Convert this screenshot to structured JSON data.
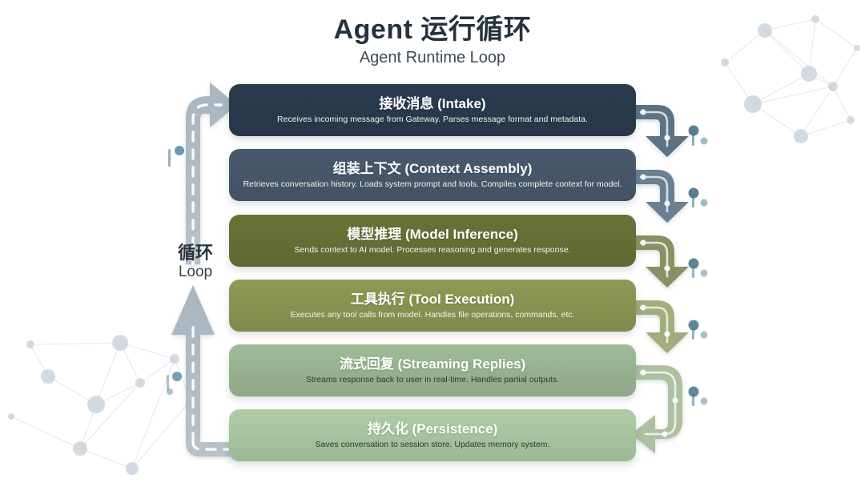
{
  "header": {
    "title_cn": "Agent 运行循环",
    "title_en": "Agent Runtime Loop"
  },
  "loop": {
    "label_cn": "循环",
    "label_en": "Loop"
  },
  "colors": {
    "step1": "#2b3c50",
    "step2": "#4a5a6e",
    "step3": "#6b7238",
    "step4": "#8d9a55",
    "step5": "#9fbb96",
    "step6": "#aecda6",
    "return_path": "#9eabb6",
    "accent_dot": "#3f7d96",
    "background": "#ffffff"
  },
  "steps": [
    {
      "title": "接收消息 (Intake)",
      "desc": "Receives incoming message from Gateway. Parses message format and metadata.",
      "color": "#2b3c50",
      "text_theme": "light"
    },
    {
      "title": "组装上下文 (Context Assembly)",
      "desc": "Retrieves conversation history. Loads system prompt and tools. Compiles complete context for model.",
      "color": "#4a5a6e",
      "text_theme": "light"
    },
    {
      "title": "模型推理 (Model Inference)",
      "desc": "Sends context to AI model. Processes reasoning and generates response.",
      "color": "#6b7238",
      "text_theme": "light"
    },
    {
      "title": "工具执行 (Tool Execution)",
      "desc": "Executes any tool calls from model. Handles file operations, commands, etc.",
      "color": "#8d9a55",
      "text_theme": "light"
    },
    {
      "title": "流式回复 (Streaming Replies)",
      "desc": "Streams response back to user in real-time. Handles partial outputs.",
      "color": "#9fbb96",
      "text_theme": "dark"
    },
    {
      "title": "持久化 (Persistence)",
      "desc": "Saves conversation to session store. Updates memory system.",
      "color": "#aecda6",
      "text_theme": "dark"
    }
  ]
}
